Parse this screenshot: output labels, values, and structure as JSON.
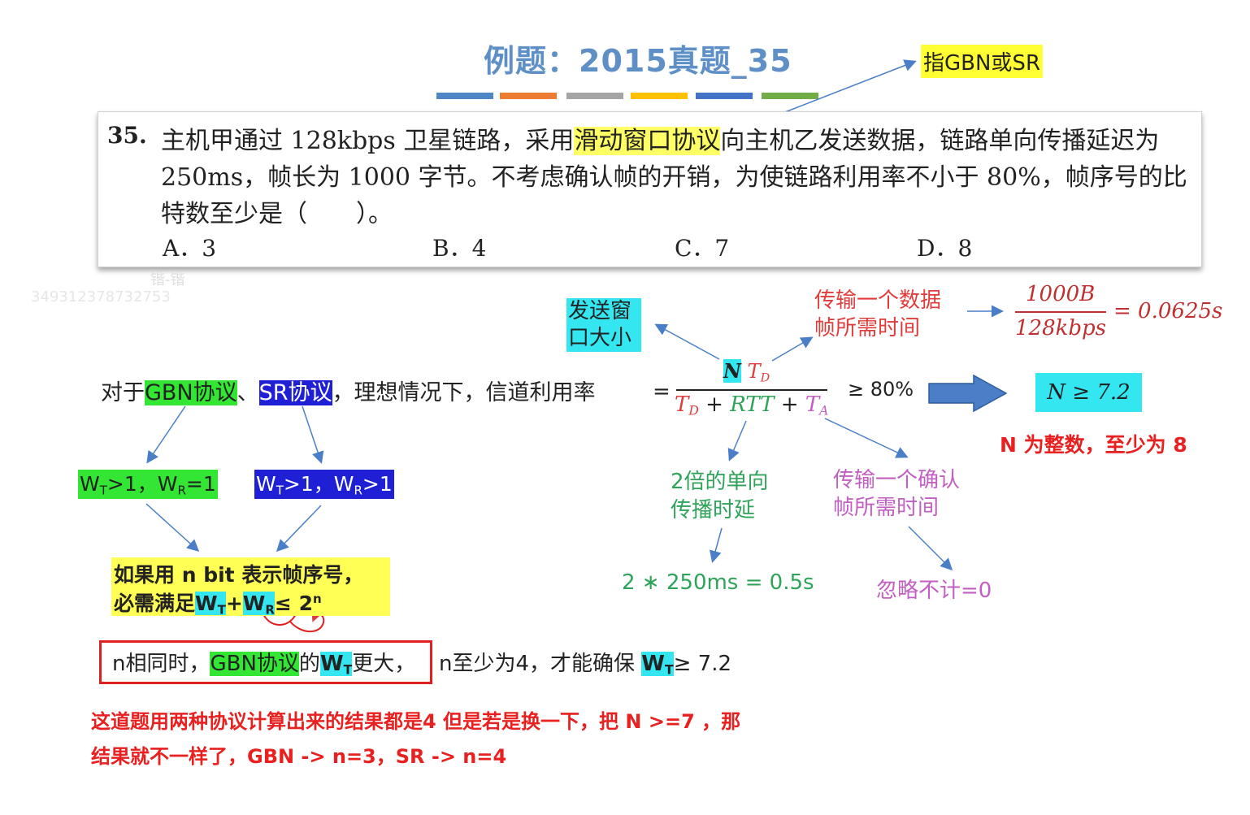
{
  "title": "例题：2015真题_35",
  "title_bar_colors": [
    "#4f86c6",
    "#ed7d31",
    "#a5a5a5",
    "#ffc000",
    "#4472c4",
    "#70ad47"
  ],
  "gbn_note": "指GBN或SR",
  "question": {
    "number": "35.",
    "line1_a": "主机甲通过 128kbps 卫星链路，采用",
    "line1_highlight": "滑动窗口协议",
    "line1_b": "向主机乙发送数据，链路单向传播延迟为",
    "line2": "250ms，帧长为 1000 字节。不考虑确认帧的开销，为使链路利用率不小于 80%，帧序号的比",
    "line3": "特数至少是（　　）。",
    "options": [
      "A．3",
      "B．4",
      "C．7",
      "D．8"
    ]
  },
  "watermark": {
    "name": "锴-锴",
    "id": "349312378732753"
  },
  "formula": {
    "send_window_label": "发送窗口大小",
    "numerator_n": "N",
    "numerator_td": "T",
    "numerator_td_sub": "D",
    "equals": "=",
    "den_td": "T",
    "den_td_sub": "D",
    "den_plus1": " + ",
    "den_rtt": "RTT",
    "den_plus2": " + ",
    "den_ta": "T",
    "den_ta_sub": "A",
    "ge_80": "≥ 80%",
    "tx_frame_label_1": "传输一个数据",
    "tx_frame_label_2": "帧所需时间",
    "tx_frac_num": "1000B",
    "tx_frac_den": "128kbps",
    "tx_frac_result": "= 0.0625s",
    "n_result": "N ≥ 7.2",
    "n_integer_note": "N 为整数，至少为 8",
    "rtt_label_1": "2倍的单向",
    "rtt_label_2": "传播时延",
    "rtt_value": "2 ∗ 250ms = 0.5s",
    "ack_label_1": "传输一个确认",
    "ack_label_2": "帧所需时间",
    "ack_value": "忽略不计=0"
  },
  "protocols": {
    "intro_prefix": "对于",
    "gbn": "GBN协议",
    "sep": "、",
    "sr": "SR协议",
    "intro_suffix": "，理想情况下，信道利用率",
    "gbn_window": {
      "wt": "W",
      "wt_sub": "T",
      "mid": ">1，W",
      "wr_sub": "R",
      "end": "=1"
    },
    "sr_window": {
      "wt": "W",
      "wt_sub": "T",
      "mid": ">1，W",
      "wr_sub": "R",
      "end": ">1"
    },
    "condition_1": "如果用 n bit 表示帧序号，",
    "condition_2_prefix": "必需满足",
    "condition_2_wt": "W",
    "condition_2_wt_sub": "T",
    "condition_2_plus": "+",
    "condition_2_wr": "W",
    "condition_2_wr_sub": "R",
    "condition_2_le": "≤ 2",
    "condition_2_sup": "n",
    "same_n_prefix": "n相同时，",
    "same_n_gbn": "GBN协议",
    "same_n_de": "的",
    "same_n_w": "W",
    "same_n_w_sub": "T",
    "same_n_suffix": "更大，",
    "n_four_prefix": "n至少为4，才能确保 ",
    "n_four_w": "W",
    "n_four_w_sub": "T",
    "n_four_suffix": "≥ 7.2"
  },
  "notes": {
    "line1": "这道题用两种协议计算出来的结果都是4 但是若是换一下，把 N >=7 ，那",
    "line2": "结果就不一样了，GBN -> n=3，SR -> n=4"
  },
  "colors": {
    "title": "#5e8fc6",
    "red": "#e03c3c",
    "green": "#2ea35a",
    "pink": "#c25fc2",
    "cyan": "#33e6f0",
    "highlight_green": "#33e633",
    "highlight_blue": "#1f1fd6",
    "highlight_yellow": "#ffff55",
    "arrow_blue": "#4a7fc8"
  }
}
